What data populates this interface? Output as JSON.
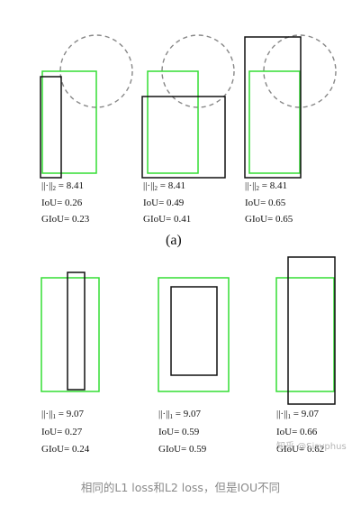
{
  "figure": {
    "panel_a_label": "(a)",
    "panel_a": [
      {
        "norm": "||·||",
        "norm_sub": "2",
        "norm_value": "= 8.41",
        "iou": "IoU= 0.26",
        "giou": "GIoU= 0.23"
      },
      {
        "norm": "||·||",
        "norm_sub": "2",
        "norm_value": "= 8.41",
        "iou": "IoU= 0.49",
        "giou": "GIoU= 0.41"
      },
      {
        "norm": "||·||",
        "norm_sub": "2",
        "norm_value": "= 8.41",
        "iou": "IoU= 0.65",
        "giou": "GIoU= 0.65"
      }
    ],
    "panel_b": [
      {
        "norm": "||·||",
        "norm_sub": "1",
        "norm_value": "= 9.07",
        "iou": "IoU= 0.27",
        "giou": "GIoU= 0.24"
      },
      {
        "norm": "||·||",
        "norm_sub": "1",
        "norm_value": "= 9.07",
        "iou": "IoU= 0.59",
        "giou": "GIoU= 0.59"
      },
      {
        "norm": "||·||",
        "norm_sub": "1",
        "norm_value": "= 9.07",
        "iou": "IoU= 0.66",
        "giou": "GIoU= 0.62"
      }
    ]
  },
  "watermark": "知乎 @Sisyphus",
  "caption": "相同的L1 loss和L2 loss，但是IOU不同",
  "colors": {
    "ground_truth": "#33dd33",
    "prediction": "#111111",
    "circle": "#888888",
    "caption": "#8a8a8a"
  }
}
